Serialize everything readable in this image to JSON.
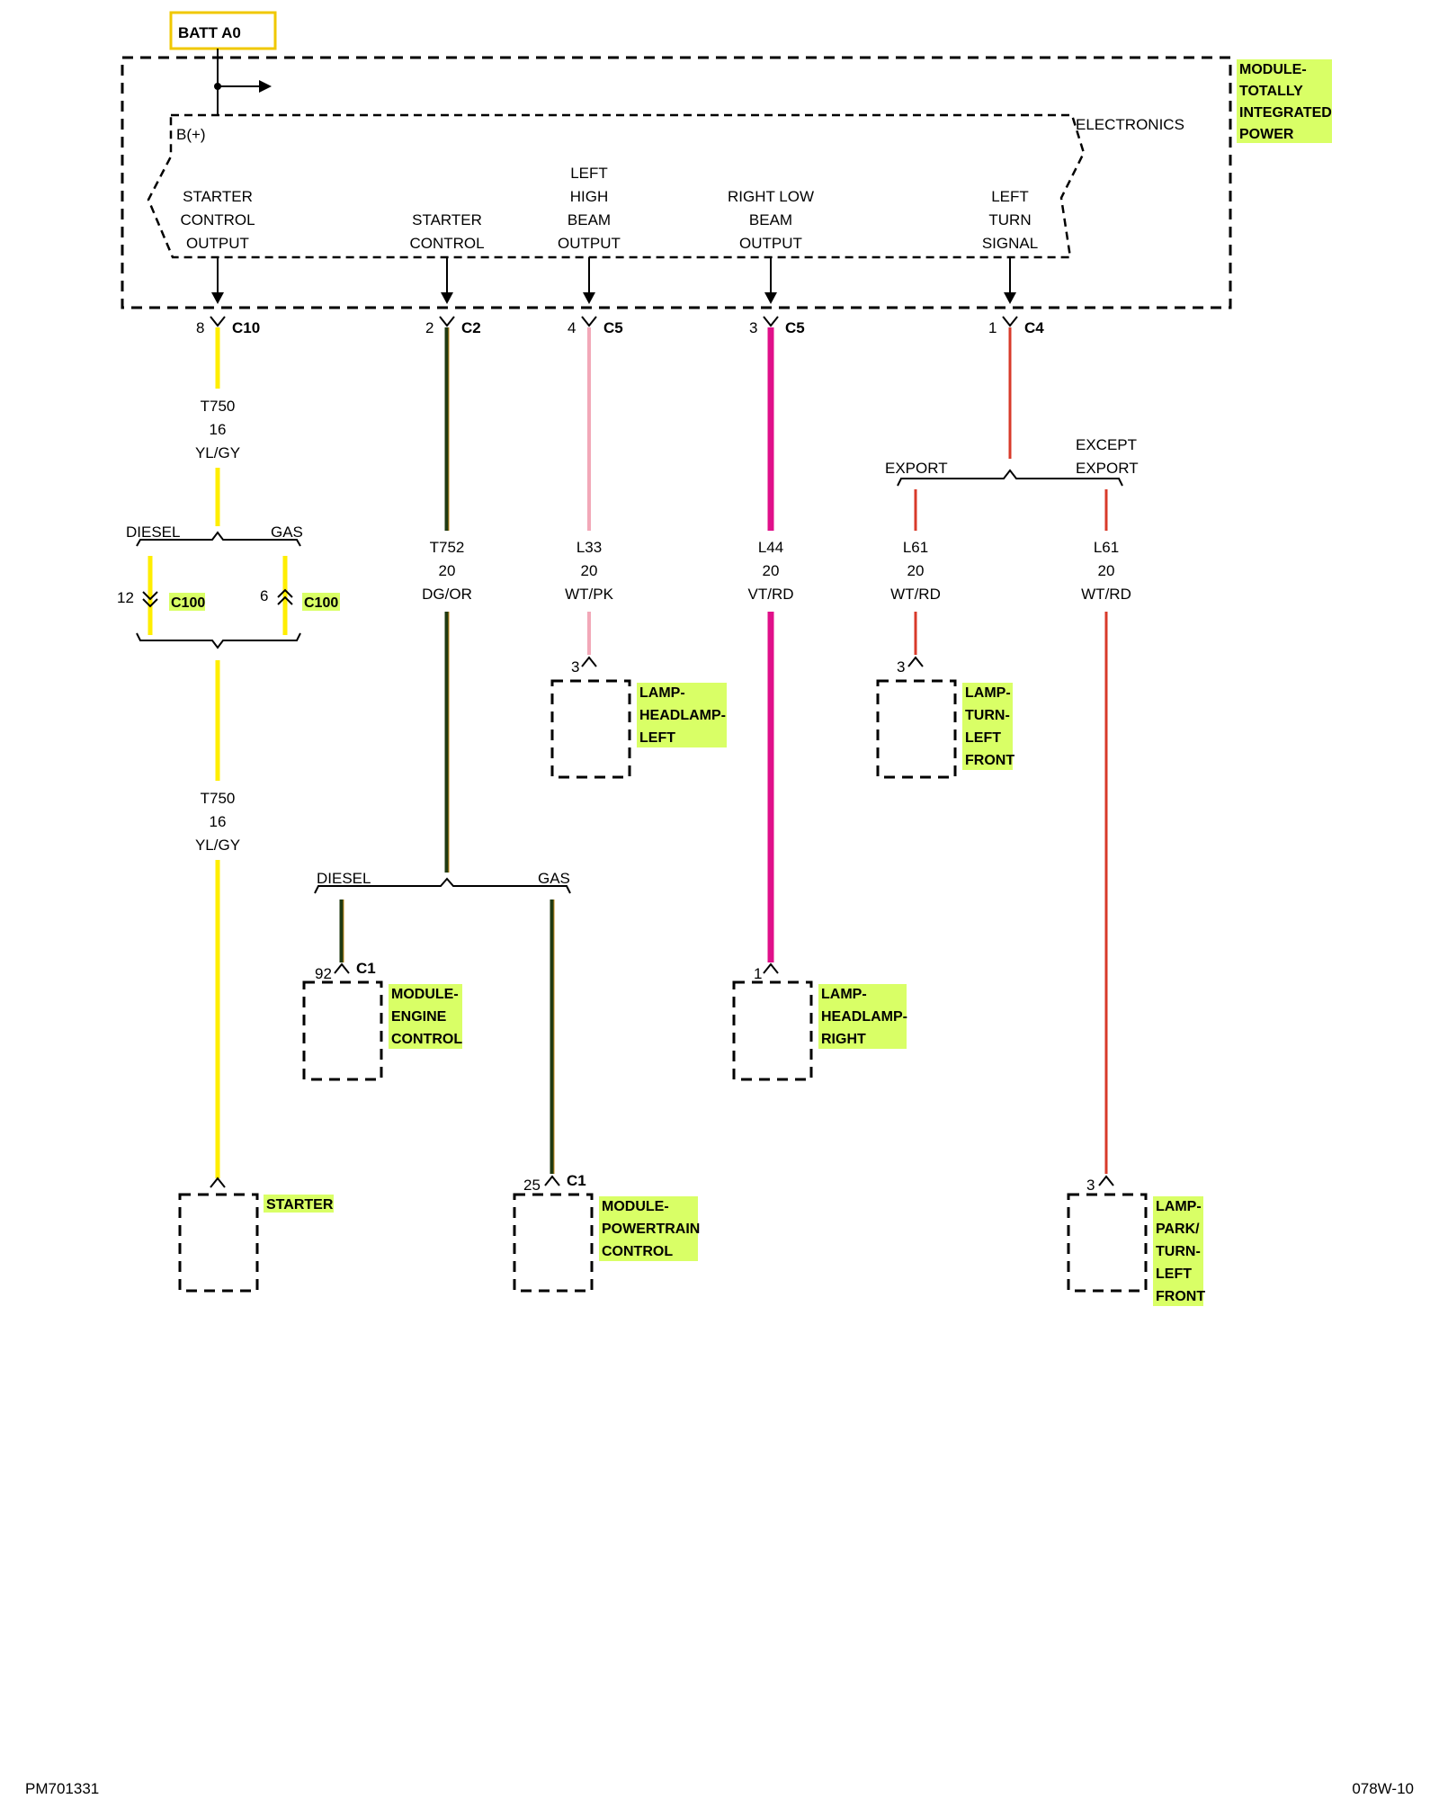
{
  "battery": {
    "label": "BATT A0"
  },
  "tipm": {
    "name_lines": [
      "MODULE-",
      "TOTALLY",
      "INTEGRATED",
      "POWER"
    ],
    "electronics": "ELECTRONICS",
    "bplus": "B(+)"
  },
  "outputs": [
    {
      "lines": [
        "STARTER",
        "CONTROL",
        "OUTPUT"
      ],
      "pin": "8",
      "connector": "C10"
    },
    {
      "lines": [
        "STARTER",
        "CONTROL"
      ],
      "pin": "2",
      "connector": "C2"
    },
    {
      "lines": [
        "LEFT",
        "HIGH",
        "BEAM",
        "OUTPUT"
      ],
      "pin": "4",
      "connector": "C5"
    },
    {
      "lines": [
        "RIGHT LOW",
        "BEAM",
        "OUTPUT"
      ],
      "pin": "3",
      "connector": "C5"
    },
    {
      "lines": [
        "LEFT",
        "TURN",
        "SIGNAL"
      ],
      "pin": "1",
      "connector": "C4"
    }
  ],
  "wires": {
    "t750_top": [
      "T750",
      "16",
      "YL/GY"
    ],
    "t750_bottom": [
      "T750",
      "16",
      "YL/GY"
    ],
    "t752": [
      "T752",
      "20",
      "DG/OR"
    ],
    "l33": [
      "L33",
      "20",
      "WT/PK"
    ],
    "l44": [
      "L44",
      "20",
      "VT/RD"
    ],
    "l61_export": [
      "L61",
      "20",
      "WT/RD"
    ],
    "l61_except": [
      "L61",
      "20",
      "WT/RD"
    ]
  },
  "branches": {
    "starter_diesel": "DIESEL",
    "starter_gas": "GAS",
    "pcm_diesel": "DIESEL",
    "pcm_gas": "GAS",
    "turn_export": "EXPORT",
    "turn_except_lines": [
      "EXCEPT",
      "EXPORT"
    ]
  },
  "c100": {
    "left_pin": "12",
    "left_label": "C100",
    "right_pin": "6",
    "right_label": "C100"
  },
  "components": {
    "headlamp_left": {
      "pin": "3",
      "connector": "",
      "lines": [
        "LAMP-",
        "HEADLAMP-",
        "LEFT"
      ]
    },
    "turn_left_front": {
      "pin": "3",
      "connector": "",
      "lines": [
        "LAMP-",
        "TURN-",
        "LEFT",
        "FRONT"
      ]
    },
    "ecm": {
      "pin": "92",
      "connector": "C1",
      "lines": [
        "MODULE-",
        "ENGINE",
        "CONTROL"
      ]
    },
    "headlamp_right": {
      "pin": "1",
      "connector": "",
      "lines": [
        "LAMP-",
        "HEADLAMP-",
        "RIGHT"
      ]
    },
    "starter": {
      "pin": "",
      "connector": "",
      "lines": [
        "STARTER"
      ]
    },
    "pcm": {
      "pin": "25",
      "connector": "C1",
      "lines": [
        "MODULE-",
        "POWERTRAIN",
        "CONTROL"
      ]
    },
    "park_turn_left_front": {
      "pin": "3",
      "connector": "",
      "lines": [
        "LAMP-",
        "PARK/",
        "TURN-",
        "LEFT",
        "FRONT"
      ]
    }
  },
  "footer": {
    "left": "PM701331",
    "right": "078W-10"
  },
  "colors": {
    "yellow": "#ffee00",
    "dark_green": "#1f3a12",
    "pink": "#f2a8b8",
    "violet": "#e0108a",
    "red": "#d83a2a",
    "highlight": "#d9ff66",
    "batt_border": "#f0c800"
  }
}
